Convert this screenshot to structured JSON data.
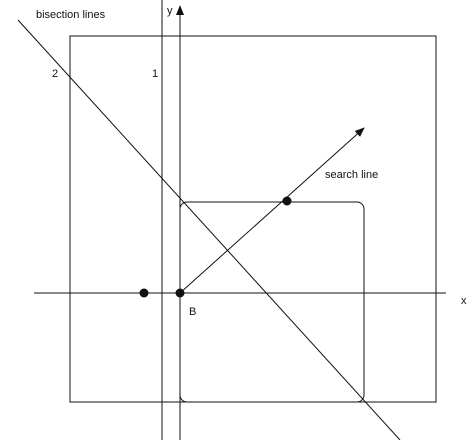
{
  "labels": {
    "bisection_lines": "bisection lines",
    "search_line": "search line",
    "axis_x": "x",
    "axis_y": "y",
    "point_b": "B",
    "line_1": "1",
    "line_2": "2"
  },
  "colors": {
    "stroke": "#111111",
    "point": "#111111",
    "background": "#ffffff"
  }
}
